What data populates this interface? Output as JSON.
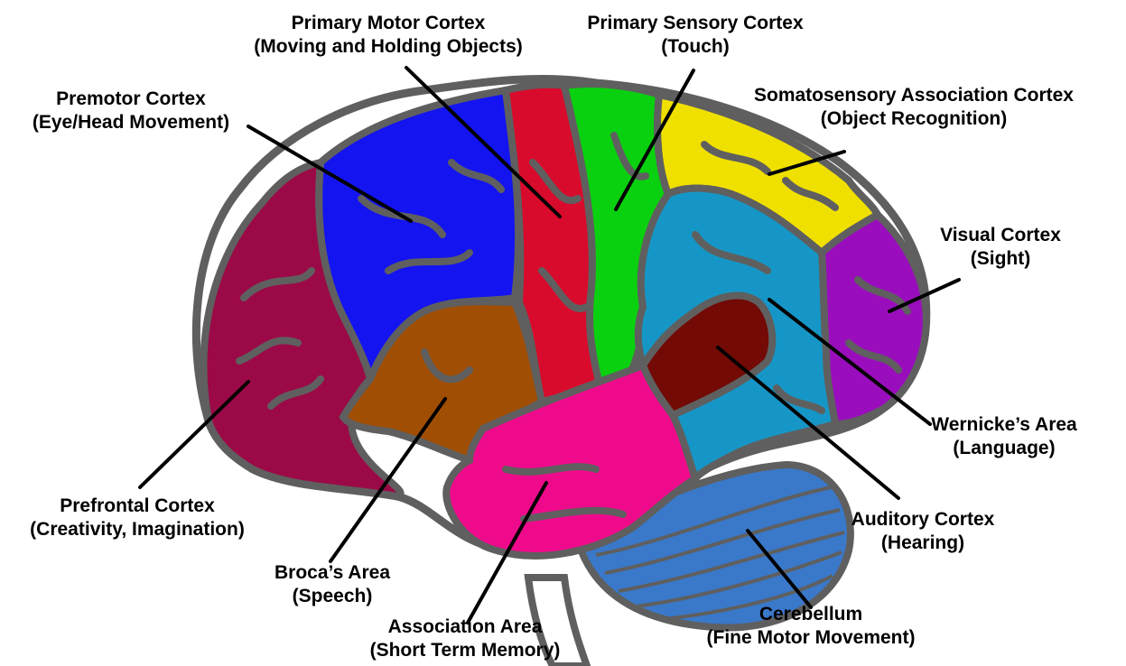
{
  "colors": {
    "outline": "#5f5f5f",
    "background": "#ffffff",
    "prefrontal": "#9b0a47",
    "premotor": "#1414f0",
    "primary_motor": "#d80b2c",
    "primary_sensory": "#0ad10f",
    "somatosensory_association": "#f0e000",
    "visual": "#9a0dbd",
    "wernicke": "#1696c6",
    "auditory": "#730a05",
    "association": "#ef0a8c",
    "broca": "#a04e04",
    "cerebellum": "#3a78c9",
    "leader_line": "#000000"
  },
  "labels": {
    "premotor": {
      "name": "Premotor Cortex",
      "function": "(Eye/Head Movement)"
    },
    "primary_motor": {
      "name": "Primary Motor Cortex",
      "function": "(Moving and Holding Objects)"
    },
    "primary_sensory": {
      "name": "Primary Sensory Cortex",
      "function": "(Touch)"
    },
    "somatosensory_assoc": {
      "name": "Somatosensory Association Cortex",
      "function": "(Object Recognition)"
    },
    "visual": {
      "name": "Visual Cortex",
      "function": "(Sight)"
    },
    "wernicke": {
      "name": "Wernicke’s Area",
      "function": "(Language)"
    },
    "auditory": {
      "name": "Auditory Cortex",
      "function": "(Hearing)"
    },
    "cerebellum": {
      "name": "Cerebellum",
      "function": "(Fine Motor Movement)"
    },
    "association": {
      "name": "Association Area",
      "function": "(Short Term Memory)"
    },
    "broca": {
      "name": "Broca’s Area",
      "function": "(Speech)"
    },
    "prefrontal": {
      "name": "Prefrontal Cortex",
      "function": "(Creativity, Imagination)"
    }
  }
}
